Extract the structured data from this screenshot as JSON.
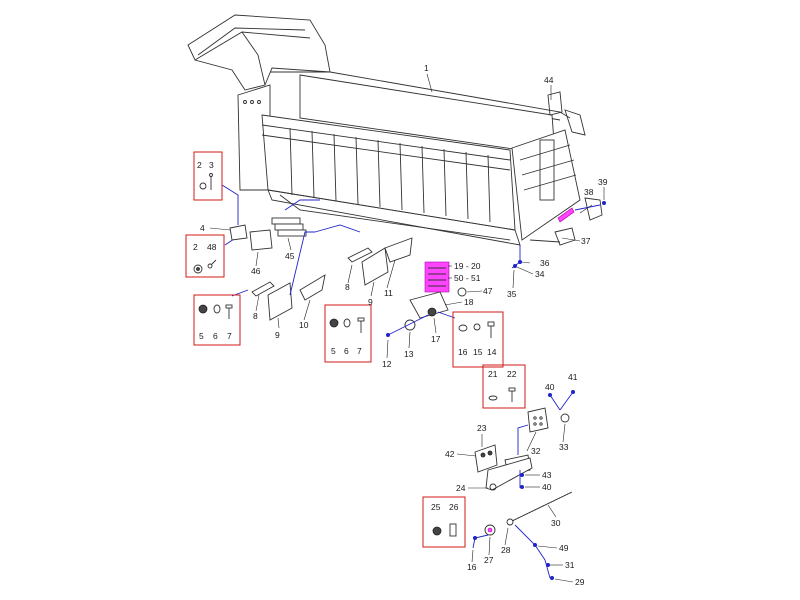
{
  "labels": {
    "p1": "1",
    "p44": "44",
    "p38": "38",
    "p39": "39",
    "p37": "37",
    "p36": "36",
    "p34": "34",
    "p35": "35",
    "p2a": "2",
    "p3": "3",
    "p4": "4",
    "p45": "45",
    "p46": "46",
    "p2b": "2",
    "p48": "48",
    "p8a": "8",
    "p9a": "9",
    "p11": "11",
    "p8b": "8",
    "p9b": "9",
    "p10": "10",
    "p5a": "5",
    "p6a": "6",
    "p7a": "7",
    "p5b": "5",
    "p6b": "6",
    "p7b": "7",
    "p19_20": "19 - 20",
    "p50_51": "50 - 51",
    "p47": "47",
    "p18": "18",
    "p12": "12",
    "p13": "13",
    "p17": "17",
    "p16a": "16",
    "p15": "15",
    "p14": "14",
    "p21": "21",
    "p22": "22",
    "p40a": "40",
    "p41": "41",
    "p32": "32",
    "p33": "33",
    "p23": "23",
    "p42": "42",
    "p43": "43",
    "p40b": "40",
    "p24": "24",
    "p30": "30",
    "p25": "25",
    "p26": "26",
    "p49": "49",
    "p27": "27",
    "p28": "28",
    "p16b": "16",
    "p31": "31",
    "p29": "29"
  },
  "colors": {
    "callout_box": "#d01818",
    "leader_blue": "#1f24c8",
    "highlight_magenta": "#ff44ff",
    "line_art": "#333333"
  }
}
